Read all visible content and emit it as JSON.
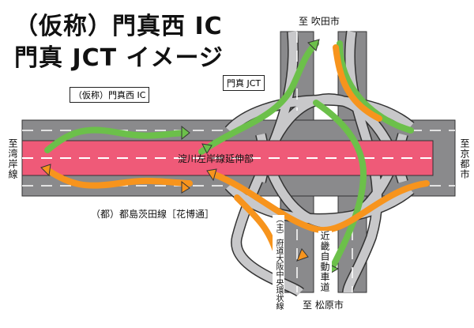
{
  "title": {
    "line1": "（仮称）門真西 IC",
    "line2": "門真 JCT イメージ"
  },
  "labels": {
    "ic_box": "（仮称）門真西 IC",
    "jct_box": "門真 JCT",
    "to_suita": "至 吹田市",
    "to_wangan": "至湾岸線",
    "to_kyoto": "至京都市",
    "yodogawa": "淀川左岸線延伸部",
    "miyakojima": "（都）都島茨田線［花博通］",
    "chuo_kanjo": "（主）府道大阪中央環状線",
    "kinki": "近畿自動車道",
    "to_matsubara": "至 松原市"
  },
  "colors": {
    "road": "#8a8a8c",
    "ramp": "#c8c8ca",
    "expressway": "#ef5a78",
    "green": "#6cc04a",
    "orange": "#f7941d"
  }
}
